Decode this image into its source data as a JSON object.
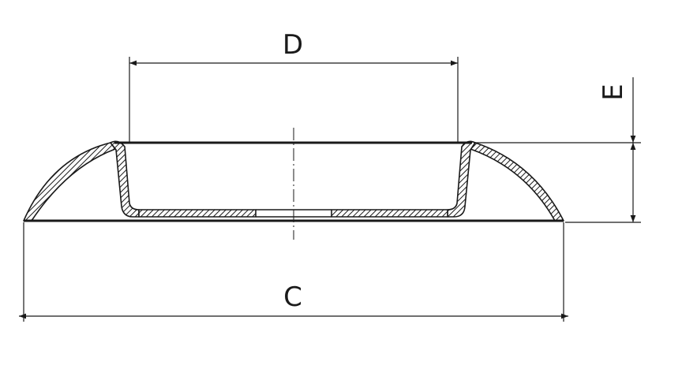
{
  "drawing": {
    "dimensions": {
      "outer_diameter_label": "C",
      "inner_diameter_label": "D",
      "height_label": "E"
    },
    "colors": {
      "line": "#1a1a1a",
      "background": "#ffffff"
    }
  }
}
